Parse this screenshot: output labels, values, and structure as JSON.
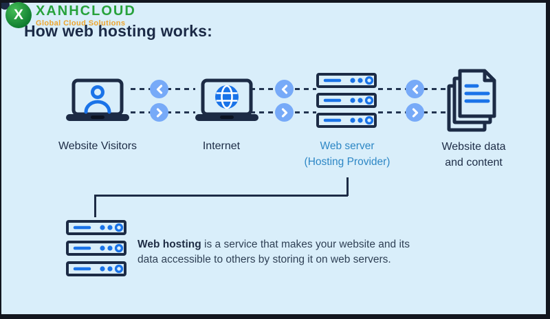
{
  "branding": {
    "logo_mark": "X",
    "logo_name": "XANHCLOUD",
    "logo_tagline": "Global Cloud Solutions"
  },
  "title": "How web hosting works:",
  "diagram": {
    "nodes": [
      {
        "label": "Website Visitors",
        "icon": "laptop-user-icon"
      },
      {
        "label": "Internet",
        "icon": "laptop-globe-icon"
      },
      {
        "label": "Web server",
        "sublabel": "(Hosting Provider)",
        "icon": "server-stack-icon"
      },
      {
        "label": "Website data and content",
        "icon": "documents-icon"
      }
    ],
    "arrows": {
      "top_row_direction": "left",
      "bottom_row_direction": "right"
    },
    "connector": "web-server node linked down to web-hosting server stack"
  },
  "caption": {
    "lead": "Web hosting",
    "rest": " is a service that makes your website and its data accessible to others by storing it on web servers."
  },
  "colors": {
    "background": "#d9eefa",
    "frame_dark": "#12161e",
    "icon_outline_navy": "#1c2b45",
    "accent_blue": "#1a73e8",
    "arrow_circle_blue": "#77aaf8",
    "server_label_blue": "#2d87c5",
    "logo_green": "#27a23c",
    "tagline_orange": "#eda52f",
    "caption_text": "#2f4055"
  }
}
